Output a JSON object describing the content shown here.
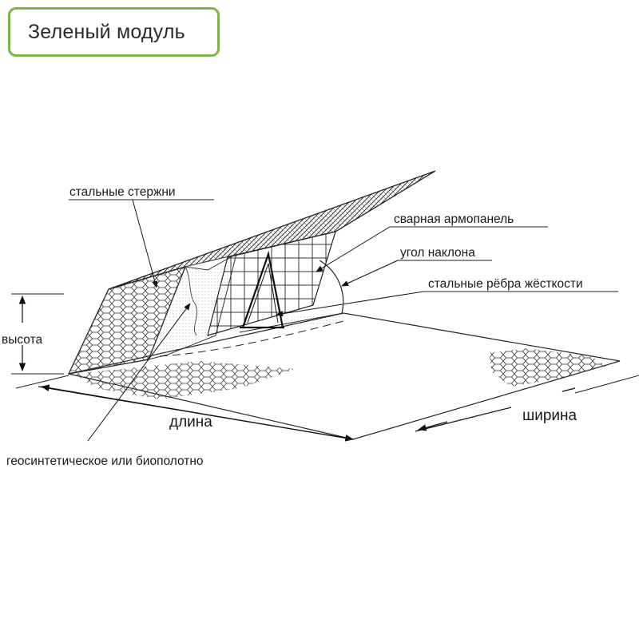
{
  "header": {
    "title": "Зеленый модуль"
  },
  "labels": {
    "steel_rods": "стальные стержни",
    "welded_panel": "сварная армопанель",
    "slope_angle": "угол наклона",
    "steel_ribs": "стальные рёбра жёсткости",
    "height": "высота",
    "length": "длина",
    "width": "ширина",
    "geotextile": "геосинтетическое или биополотно"
  },
  "colors": {
    "title_border": "#7fb544",
    "line": "#1a1a1a"
  }
}
